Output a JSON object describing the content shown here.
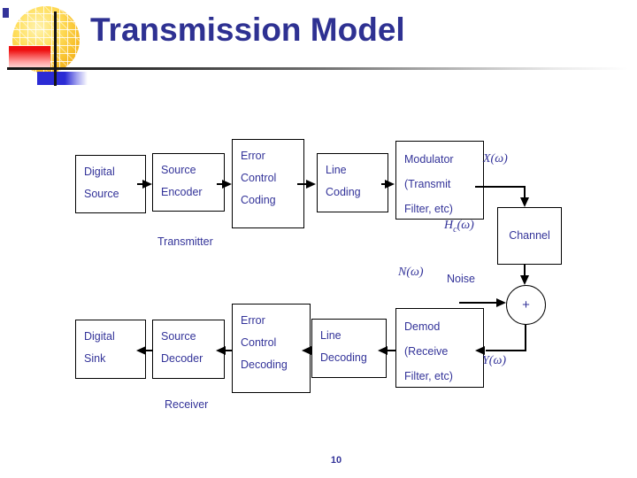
{
  "title": "Transmission Model",
  "page_number": "10",
  "colors": {
    "title_navy": "#2E3192",
    "text_navy": "#333399",
    "line_black": "#000000"
  },
  "logo": {
    "icons": [
      "grid-globe-icon",
      "red-gradient-square",
      "blue-gradient-square",
      "cross-lines"
    ]
  },
  "diagram": {
    "transmitter_label": "Transmitter",
    "receiver_label": "Receiver",
    "noise_label": "Noise",
    "sum_symbol": "+",
    "signals": {
      "x": "X(ω)",
      "hc_base": "H",
      "hc_sub": "c",
      "hc_rest": "(ω)",
      "n": "N(ω)",
      "y": "Y(ω)"
    },
    "blocks": {
      "digital_source": [
        "Digital",
        "Source"
      ],
      "source_encoder": [
        "Source",
        "Encoder"
      ],
      "error_control_coding": [
        "Error",
        "Control",
        "Coding"
      ],
      "line_coding": [
        "Line",
        "Coding"
      ],
      "modulator": [
        "Modulator",
        "(Transmit",
        "Filter, etc)"
      ],
      "channel": [
        "Channel"
      ],
      "digital_sink": [
        "Digital",
        "Sink"
      ],
      "source_decoder": [
        "Source",
        "Decoder"
      ],
      "error_control_decoding": [
        "Error",
        "Control",
        "Decoding"
      ],
      "line_decoding": [
        "Line",
        "Decoding"
      ],
      "demod": [
        "Demod",
        "(Receive",
        "Filter, etc)"
      ]
    }
  }
}
